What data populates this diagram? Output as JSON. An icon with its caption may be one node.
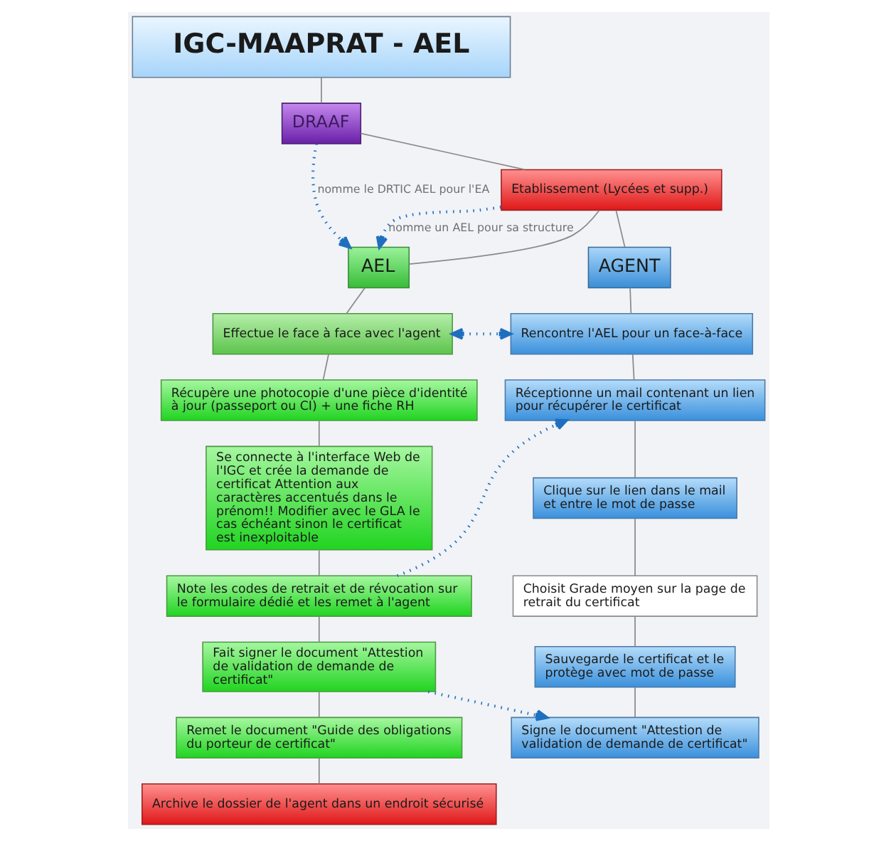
{
  "diagram": {
    "nodes": [
      {
        "text": [
          "IGC-MAAPRAT - AEL"
        ]
      },
      {
        "text": [
          "DRAAF"
        ]
      },
      {
        "text": [
          "Etablissement (Lycées et supp.)"
        ]
      },
      {
        "text": [
          "AEL"
        ]
      },
      {
        "text": [
          "AGENT"
        ]
      },
      {
        "text": [
          "Effectue le face à face avec l'agent"
        ]
      },
      {
        "text": [
          "Récupère une photocopie d'une pièce d'identité à jour (passeport ou CI) + une fiche RH"
        ]
      },
      {
        "text": [
          "Se connecte à l'interface Web de l'IGC et crée la demande de certificat Attention aux caractères accentués dans le prénom!! Modifier avec le GLA le cas échéant sinon le certificat est inexploitable"
        ]
      },
      {
        "text": [
          "Note les codes de retrait et de révocation sur le formulaire dédié et les remet à l'agent"
        ]
      },
      {
        "text": [
          "Fait signer le document \"Attestion de validation de demande de certificat\""
        ]
      },
      {
        "text": [
          "Remet le document \"Guide des obligations du porteur de certificat\""
        ]
      },
      {
        "text": [
          "Archive le dossier de l'agent dans un endroit sécurisé"
        ]
      },
      {
        "text": [
          "Rencontre l'AEL pour un face-à-face"
        ]
      },
      {
        "text": [
          "Réceptionne un mail contenant un lien pour récupérer le certificat"
        ]
      },
      {
        "text": [
          "Clique sur le lien dans le mail et entre le mot de passe"
        ]
      },
      {
        "text": [
          "Choisit Grade moyen sur la page de retrait du certificat"
        ]
      },
      {
        "text": [
          "Sauvegarde le certificat et le protège avec mot de passe"
        ]
      },
      {
        "text": [
          "Signe le document \"Attestion de validation de demande de certificat\""
        ]
      }
    ],
    "edges": [
      {
        "from": 0,
        "to": 1,
        "arrow": "none"
      },
      {
        "from": 1,
        "to": 3,
        "arrow": "to",
        "label": "nomme le DRTIC AEL pour l'EA",
        "style": "dashed",
        "color": "#1f6fc0"
      },
      {
        "from": 1,
        "to": 2,
        "arrow": "none"
      },
      {
        "from": 2,
        "to": 3,
        "arrow": "to",
        "label": "nomme un AEL pour sa structure",
        "style": "dashed",
        "color": "#1f6fc0"
      },
      {
        "from": 2,
        "to": 3,
        "arrow": "none"
      },
      {
        "from": 2,
        "to": 4,
        "arrow": "none"
      },
      {
        "from": 3,
        "to": 5,
        "arrow": "none"
      },
      {
        "from": 5,
        "to": 6,
        "arrow": "none"
      },
      {
        "from": 6,
        "to": 7,
        "arrow": "none"
      },
      {
        "from": 7,
        "to": 8,
        "arrow": "none"
      },
      {
        "from": 8,
        "to": 9,
        "arrow": "none"
      },
      {
        "from": 9,
        "to": 10,
        "arrow": "none"
      },
      {
        "from": 10,
        "to": 11,
        "arrow": "none"
      },
      {
        "from": 4,
        "to": 12,
        "arrow": "none"
      },
      {
        "from": 12,
        "to": 13,
        "arrow": "none"
      },
      {
        "from": 13,
        "to": 14,
        "arrow": "none"
      },
      {
        "from": 14,
        "to": 15,
        "arrow": "none"
      },
      {
        "from": 15,
        "to": 16,
        "arrow": "none"
      },
      {
        "from": 16,
        "to": 17,
        "arrow": "none"
      },
      {
        "from": 5,
        "to": 12,
        "arrow": "both",
        "style": "dashed",
        "color": "#1f6fc0"
      },
      {
        "from": 8,
        "to": 13,
        "arrow": "to",
        "style": "dashed",
        "color": "#1f6fc0"
      },
      {
        "from": 9,
        "to": 17,
        "arrow": "to",
        "style": "dashed",
        "color": "#1f6fc0"
      }
    ]
  }
}
